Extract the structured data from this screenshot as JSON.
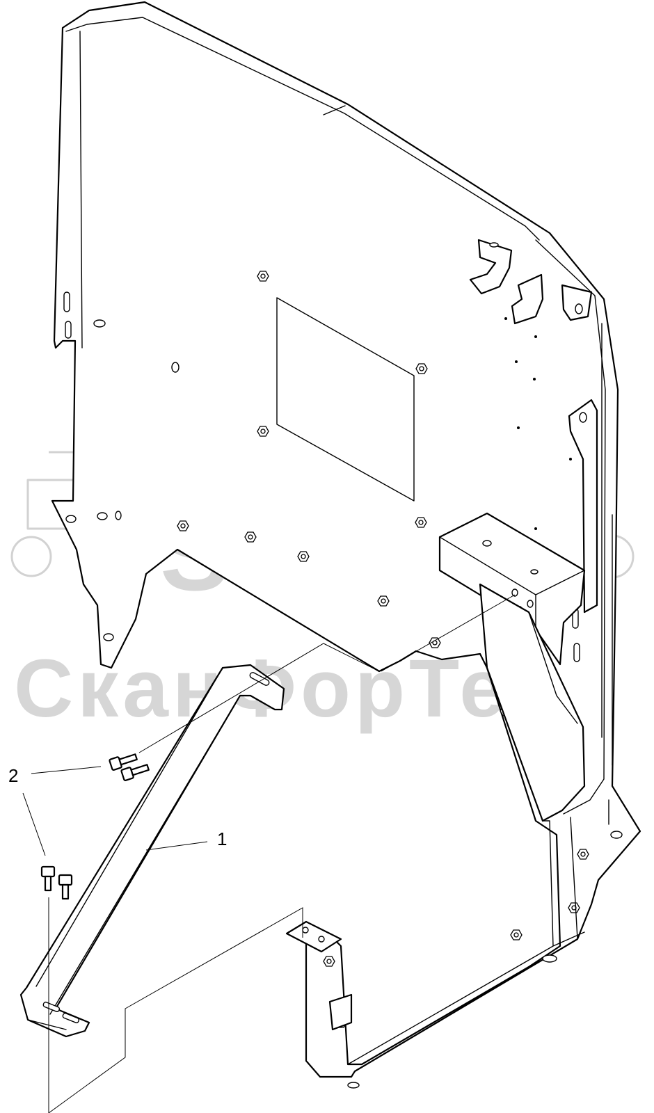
{
  "watermark": {
    "logo_text": "SFT",
    "brand_text": "СканФорТек"
  },
  "callouts": [
    {
      "id": "callout-1",
      "label": "1"
    },
    {
      "id": "callout-2",
      "label": "2"
    }
  ],
  "colors": {
    "line": "#000000",
    "watermark": "#d6d6d6",
    "background": "#ffffff"
  }
}
